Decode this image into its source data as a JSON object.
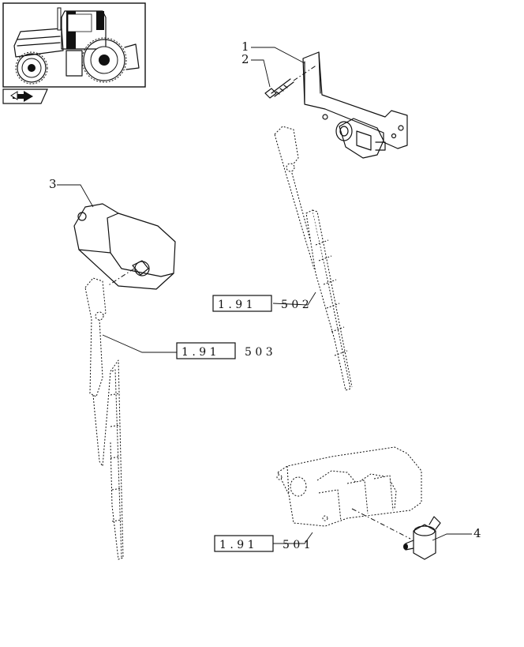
{
  "parts": [
    {
      "number": "1"
    },
    {
      "number": "2"
    },
    {
      "number": "3"
    },
    {
      "number": "4"
    }
  ],
  "references": [
    {
      "main": "1 . 9 1",
      "tail": "5 0 2"
    },
    {
      "main": "1 . 9 1",
      "tail": "5 0 3"
    },
    {
      "main": "1 . 9 1",
      "tail": "5 0 1"
    }
  ],
  "thumbnail": {
    "icon": "tractor-icon"
  },
  "navigation": {
    "icon": "return-arrow-icon"
  },
  "colors": {
    "line": "#111111",
    "background": "#ffffff",
    "highlight": "#000000"
  }
}
